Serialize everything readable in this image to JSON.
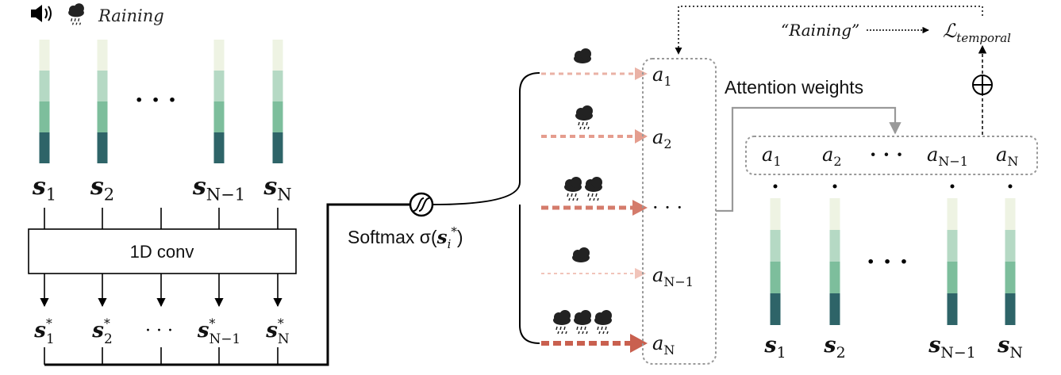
{
  "header": {
    "label": "Raining",
    "speaker_icon": "speaker-icon",
    "weather_icon": "rain-cloud-icon"
  },
  "input_tokens": {
    "labels": [
      "s",
      "s",
      "s",
      "s"
    ],
    "subs": [
      "1",
      "2",
      "N−1",
      "N"
    ],
    "ellipsis": "· · ·"
  },
  "conv": {
    "label": "1D conv"
  },
  "conv_outputs": {
    "labels": [
      "s",
      "s",
      "s",
      "s"
    ],
    "subs": [
      "1",
      "2",
      "N−1",
      "N"
    ],
    "sup": "*",
    "ellipsis": "· · ·"
  },
  "softmax": {
    "label": "Softmax σ(",
    "arg": "s",
    "sub": "i",
    "sup": "*",
    "close": ")"
  },
  "attention": {
    "items": [
      {
        "label": "a",
        "sub": "1"
      },
      {
        "label": "a",
        "sub": "2"
      },
      {
        "label": "· · ·",
        "sub": ""
      },
      {
        "label": "a",
        "sub": "N−1"
      },
      {
        "label": "a",
        "sub": "N"
      }
    ],
    "title": "Attention weights"
  },
  "weights_row": [
    {
      "label": "a",
      "sub": "1"
    },
    {
      "label": "a",
      "sub": "2"
    },
    {
      "label": "· · ·",
      "sub": ""
    },
    {
      "label": "a",
      "sub": "N−1"
    },
    {
      "label": "a",
      "sub": "N"
    }
  ],
  "output_tokens": {
    "labels": [
      "s",
      "s",
      "s",
      "s"
    ],
    "subs": [
      "1",
      "2",
      "N−1",
      "N"
    ],
    "ellipsis": "· · ·"
  },
  "loss": {
    "quote": "“Raining”",
    "symbol": "ℒ",
    "sub": "temporal",
    "oplus": "⊕"
  },
  "colors": {
    "bar": [
      "#eef3e3",
      "#b5d9c4",
      "#7dbe9c",
      "#2e6468"
    ],
    "arrow_light": "#f2c3b8",
    "arrow_mid": "#e8a090",
    "arrow_dark": "#c96858",
    "dotted": "#b0b0b0"
  }
}
